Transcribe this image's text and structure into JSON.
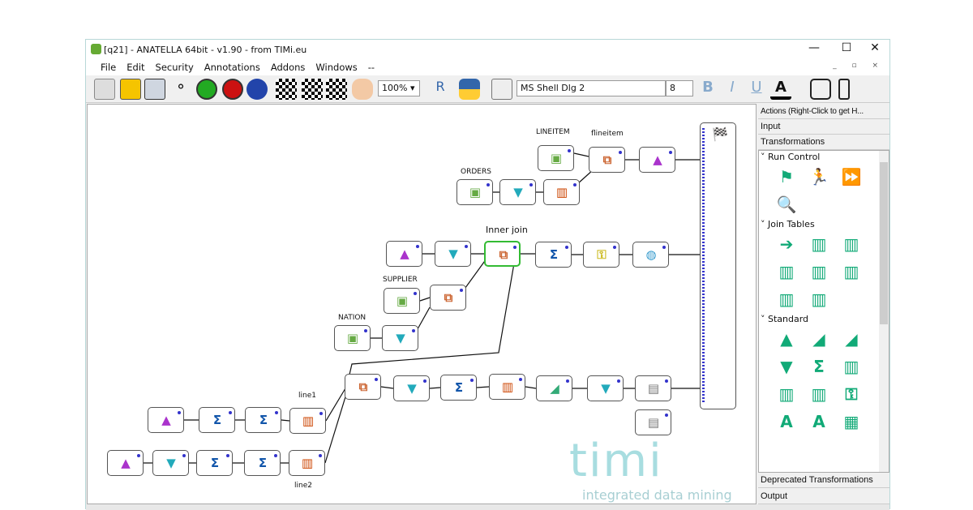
{
  "window": {
    "title": "[q21] - ANATELLA 64bit - v1.90 - from TIMi.eu",
    "minimize": "—",
    "maximize": "☐",
    "close": "✕",
    "mdi": "_ ▫ ×"
  },
  "menu": [
    "File",
    "Edit",
    "Security",
    "Annotations",
    "Addons",
    "Windows",
    "--"
  ],
  "toolbar": {
    "zoom": "100% ▾",
    "font": "MS Shell Dlg 2",
    "font_size": "8",
    "bold": "B",
    "italic": "I",
    "underline": "U",
    "color": "A"
  },
  "canvas": {
    "labels": {
      "lineitem": "LINEITEM",
      "flineitem": "flineitem",
      "orders": "ORDERS",
      "inner_join": "Inner join",
      "supplier": "SUPPLIER",
      "nation": "NATION",
      "line1": "line1",
      "line2": "line2"
    },
    "watermark": {
      "logo": "timi",
      "tagline": "integrated data mining"
    }
  },
  "sidebar": {
    "header": "Actions (Right-Click to get H...",
    "sections": [
      "Input",
      "Transformations"
    ],
    "groups": [
      {
        "name": "Run Control",
        "icons": [
          "checkered-flag",
          "runner",
          "fast-forward",
          "magnifier"
        ]
      },
      {
        "name": "Join Tables",
        "icons": [
          "merge-arrow",
          "key-join",
          "multi-join",
          "filter-join",
          "cdr-join",
          "join-cdr",
          "simple-join",
          "key-join-2"
        ]
      },
      {
        "name": "Standard",
        "icons": [
          "wizard-hat",
          "sort-az",
          "multi-sort",
          "filter-funnel",
          "aggregate-sigma",
          "columns-x",
          "flatten",
          "unflatten",
          "key",
          "rename-a",
          "rename-ab",
          "calculator"
        ]
      }
    ],
    "footer": [
      "Deprecated Transformations",
      "Output"
    ]
  }
}
